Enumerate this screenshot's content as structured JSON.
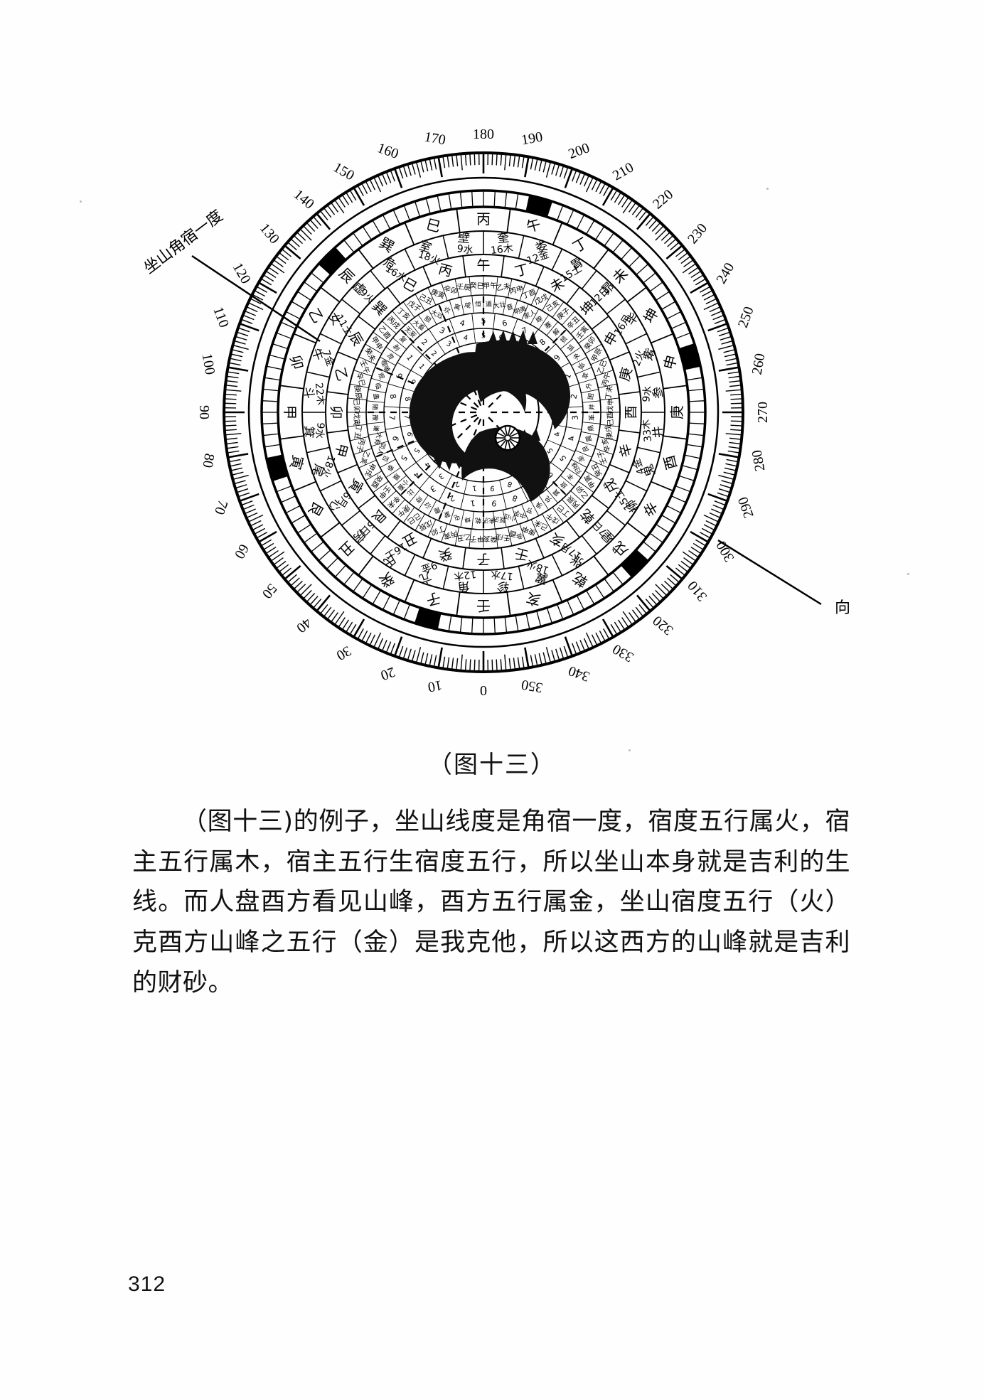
{
  "document": {
    "page_number": "312",
    "figure_caption": "（图十三）",
    "body_paragraph": "（图十三)的例子，坐山线度是角宿一度，宿度五行属火，宿主五行属木，宿主五行生宿度五行，所以坐山本身就是吉利的生线。而人盘酉方看见山峰，酉方五行属金，坐山宿度五行（火）克酉方山峰之五行（金）是我克他，所以这西方的山峰就是吉利的财砂。"
  },
  "figure": {
    "name": "luopan-compass-diagram",
    "title": "（图十三）",
    "annotations": [
      {
        "id": "zuo-shan",
        "text": "坐山角宿一度",
        "position": "upper-left",
        "angle": -38
      },
      {
        "id": "xiang",
        "text": "向",
        "position": "lower-right",
        "angle": 0
      }
    ],
    "outer_scale": {
      "name": "degree-scale",
      "unit": "degrees",
      "step": 10,
      "labels": [
        "0",
        "10",
        "20",
        "30",
        "40",
        "50",
        "60",
        "70",
        "80",
        "90",
        "100",
        "110",
        "120",
        "130",
        "140",
        "150",
        "160",
        "170",
        "180",
        "190",
        "200",
        "210",
        "220",
        "230",
        "240",
        "250",
        "260",
        "270",
        "280",
        "290",
        "300",
        "310",
        "320",
        "330",
        "340",
        "350"
      ],
      "minor_tick_step": 1,
      "major_tick_step": 5
    },
    "rings": [
      {
        "name": "ring-24-mountains-outer",
        "label": "二十四山（天盘）",
        "cells": [
          "壬",
          "子",
          "癸",
          "丑",
          "艮",
          "寅",
          "甲",
          "卯",
          "乙",
          "辰",
          "巽",
          "巳",
          "丙",
          "午",
          "丁",
          "未",
          "坤",
          "申",
          "庚",
          "酉",
          "辛",
          "戌",
          "乾",
          "亥"
        ]
      },
      {
        "name": "ring-28-lodges",
        "label": "二十八宿",
        "cells": [
          "角",
          "亢",
          "氐",
          "房",
          "心",
          "尾",
          "箕",
          "斗",
          "牛",
          "女",
          "虚",
          "危",
          "室",
          "壁",
          "奎",
          "娄",
          "胃",
          "昴",
          "毕",
          "觜",
          "参",
          "井",
          "鬼",
          "柳",
          "星",
          "张",
          "翼",
          "轸"
        ]
      },
      {
        "name": "ring-lodge-degrees",
        "label": "宿度",
        "cells": [
          "12",
          "9",
          "15",
          "5",
          "6",
          "18",
          "11",
          "22",
          "7",
          "11",
          "9",
          "16",
          "18",
          "9",
          "16",
          "12",
          "14",
          "11",
          "16",
          "2",
          "9",
          "33",
          "4",
          "15",
          "7",
          "18",
          "18",
          "17"
        ]
      },
      {
        "name": "ring-lodge-elements",
        "label": "宿主五行",
        "cells": [
          "木",
          "金",
          "土",
          "日",
          "月",
          "火",
          "水",
          "木",
          "金",
          "土",
          "日",
          "月",
          "火",
          "水",
          "木",
          "金",
          "土",
          "日",
          "月",
          "火",
          "水",
          "木",
          "金",
          "土",
          "日",
          "月",
          "火",
          "水"
        ]
      },
      {
        "name": "ring-24-mountains-inner",
        "label": "二十四山（地盘正针）",
        "cells": [
          "子",
          "癸",
          "丑",
          "艮",
          "寅",
          "甲",
          "卯",
          "乙",
          "辰",
          "巽",
          "巳",
          "丙",
          "午",
          "丁",
          "未",
          "坤",
          "申",
          "庚",
          "酉",
          "辛",
          "戌",
          "乾",
          "亥",
          "壬"
        ]
      },
      {
        "name": "ring-60-dragons",
        "label": "六十透地龙",
        "cells": [
          "甲子",
          "乙丑",
          "丙寅",
          "丁卯",
          "戊辰",
          "己巳",
          "庚午",
          "辛未",
          "壬申",
          "癸酉",
          "甲戌",
          "乙亥",
          "丙子",
          "丁丑",
          "戊寅",
          "己卯",
          "庚辰",
          "辛巳",
          "壬午",
          "癸未",
          "甲申",
          "乙酉",
          "丙戌",
          "丁亥",
          "戊子",
          "己丑",
          "庚寅",
          "辛卯",
          "壬辰",
          "癸巳",
          "甲午",
          "乙未",
          "丙申",
          "丁酉",
          "戊戌",
          "己亥",
          "庚子",
          "辛丑",
          "壬寅",
          "癸卯",
          "甲辰",
          "乙巳",
          "丙午",
          "丁未",
          "戊申",
          "己酉",
          "庚戌",
          "辛亥",
          "壬子",
          "癸丑",
          "甲寅",
          "乙卯",
          "丙辰",
          "丁巳",
          "戊午",
          "己未",
          "庚申",
          "辛酉",
          "壬戌",
          "癸亥"
        ]
      },
      {
        "name": "ring-64-hexagrams",
        "label": "六十四卦",
        "cells": [
          "乾",
          "坤",
          "屯",
          "蒙",
          "需",
          "讼",
          "师",
          "比",
          "小畜",
          "履",
          "泰",
          "否",
          "同人",
          "大有",
          "谦",
          "豫",
          "随",
          "蛊",
          "临",
          "观",
          "噬嗑",
          "贲",
          "剥",
          "复",
          "无妄",
          "大畜",
          "颐",
          "大过",
          "坎",
          "离",
          "咸",
          "恒",
          "遁",
          "大壮",
          "晋",
          "明夷",
          "家人",
          "睽",
          "蹇",
          "解",
          "损",
          "益",
          "夬",
          "姤",
          "萃",
          "升",
          "困",
          "井",
          "革",
          "鼎",
          "震",
          "艮",
          "渐",
          "归妹",
          "丰",
          "旅",
          "巽",
          "兑",
          "涣",
          "节",
          "中孚",
          "小过",
          "既济",
          "未济"
        ]
      },
      {
        "name": "ring-numeric-inner",
        "label": "分金度数",
        "cells": [
          "1",
          "2",
          "3",
          "4",
          "5",
          "6",
          "7",
          "8",
          "9",
          "1",
          "2",
          "3",
          "4",
          "5",
          "6",
          "7",
          "8",
          "9",
          "1",
          "2",
          "3",
          "4",
          "5",
          "6",
          "7",
          "8",
          "9"
        ]
      }
    ],
    "visible_characters_bottom": [
      "丑",
      "癸",
      "子",
      "壬",
      "亥",
      "乾"
    ],
    "visible_characters_right": [
      "酉",
      "辛",
      "戌",
      "庚",
      "申"
    ],
    "visible_characters_left": [
      "卯",
      "甲",
      "寅",
      "乙",
      "辰"
    ],
    "visible_lodge_labels": [
      {
        "name": "角",
        "degree": "12",
        "element": "木"
      },
      {
        "name": "亢",
        "degree": "9",
        "element": "金"
      },
      {
        "name": "氐",
        "degree": "16",
        "element": "土"
      },
      {
        "name": "房",
        "degree": "5",
        "element": "日"
      },
      {
        "name": "心",
        "degree": "6",
        "element": "月"
      },
      {
        "name": "尾",
        "degree": "18",
        "element": "火"
      },
      {
        "name": "箕",
        "degree": "9",
        "element": "水"
      },
      {
        "name": "斗",
        "degree": "22",
        "element": "木"
      },
      {
        "name": "牛",
        "degree": "7",
        "element": "金"
      },
      {
        "name": "女",
        "degree": "11",
        "element": "土"
      },
      {
        "name": "虚",
        "degree": "9",
        "element": "火"
      },
      {
        "name": "危",
        "degree": "16",
        "element": "水"
      },
      {
        "name": "室",
        "degree": "18",
        "element": "火"
      },
      {
        "name": "壁",
        "degree": "9",
        "element": "水"
      },
      {
        "name": "奎",
        "degree": "16",
        "element": "木"
      },
      {
        "name": "娄",
        "degree": "12",
        "element": "金"
      },
      {
        "name": "胃",
        "degree": "15",
        "element": "土"
      },
      {
        "name": "昴",
        "degree": "12",
        "element": "日"
      },
      {
        "name": "毕",
        "degree": "16",
        "element": "月"
      },
      {
        "name": "觜",
        "degree": "2",
        "element": "火"
      },
      {
        "name": "参",
        "degree": "9",
        "element": "水"
      },
      {
        "name": "井",
        "degree": "33",
        "element": "木"
      },
      {
        "name": "鬼",
        "degree": "4",
        "element": "金"
      },
      {
        "name": "柳",
        "degree": "15",
        "element": "土"
      },
      {
        "name": "星",
        "degree": "7",
        "element": "日"
      },
      {
        "name": "张",
        "degree": "17",
        "element": "月"
      },
      {
        "name": "翼",
        "degree": "18",
        "element": "火"
      },
      {
        "name": "轸",
        "degree": "17",
        "element": "水"
      }
    ],
    "center_motif": "dragon-fish-taiji-emblem",
    "colors": {
      "ink": "#000000",
      "paper": "#ffffff"
    }
  }
}
